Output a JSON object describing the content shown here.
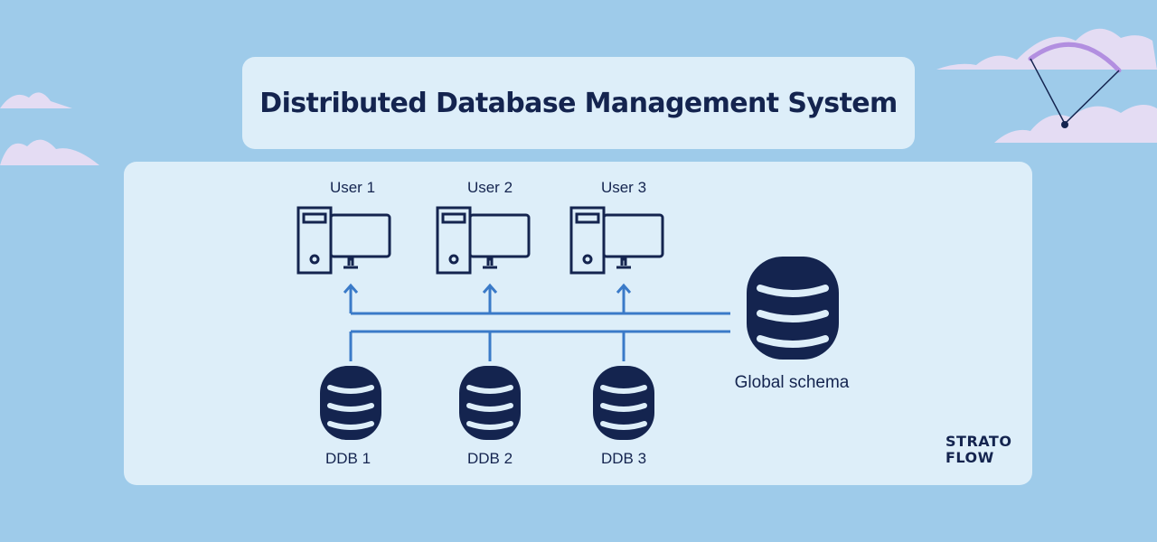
{
  "title": "Distributed Database Management System",
  "users": [
    {
      "label": "User 1"
    },
    {
      "label": "User 2"
    },
    {
      "label": "User 3"
    }
  ],
  "databases": [
    {
      "label": "DDB 1"
    },
    {
      "label": "DDB 2"
    },
    {
      "label": "DDB 3"
    }
  ],
  "global_schema": {
    "label": "Global schema"
  },
  "logo": {
    "line1": "STRATO",
    "line2": "FLOW"
  },
  "colors": {
    "background": "#9ecbea",
    "panel": "#ddeef9",
    "ink": "#14244f",
    "connector": "#3a7ac8"
  },
  "decorations": [
    "cloud-illustration",
    "paraglider-illustration"
  ]
}
